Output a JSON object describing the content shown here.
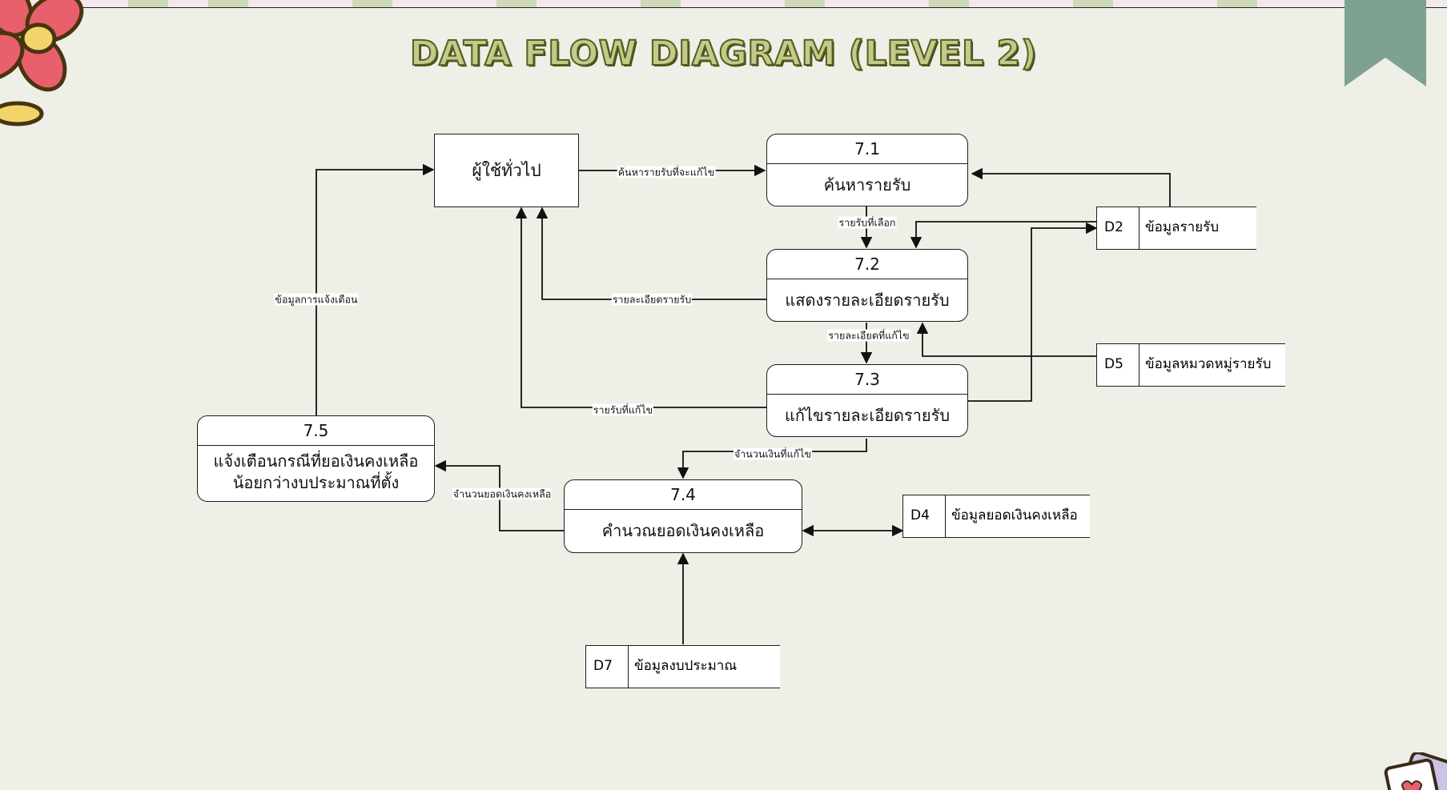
{
  "title": "DATA FLOW DIAGRAM (LEVEL 2)",
  "colors": {
    "background": "#eeefe6",
    "title_fill": "#c6c98c",
    "title_stroke": "#55601f",
    "ribbon": "#7fa192",
    "flower": "#e8606b",
    "flower_center": "#f1d56a"
  },
  "entity": {
    "name": "ผู้ใช้ทั่วไป"
  },
  "processes": {
    "p71": {
      "num": "7.1",
      "label": "ค้นหารายรับ"
    },
    "p72": {
      "num": "7.2",
      "label": "แสดงรายละเอียดรายรับ"
    },
    "p73": {
      "num": "7.3",
      "label": "แก้ไขรายละเอียดรายรับ"
    },
    "p74": {
      "num": "7.4",
      "label": "คำนวณยอดเงินคงเหลือ"
    },
    "p75": {
      "num": "7.5",
      "label_line1": "แจ้งเตือนกรณีที่ยอเงินคงเหลือ",
      "label_line2": "น้อยกว่างบประมาณที่ตั้ง"
    }
  },
  "stores": {
    "d2": {
      "id": "D2",
      "name": "ข้อมูลรายรับ"
    },
    "d5": {
      "id": "D5",
      "name": "ข้อมูลหมวดหมู่รายรับ"
    },
    "d4": {
      "id": "D4",
      "name": "ข้อมูลยอดเงินคงเหลือ"
    },
    "d7": {
      "id": "D7",
      "name": "ข้อมูลงบประมาณ"
    }
  },
  "flows": {
    "search": "ค้นหารายรับที่จะแก้ไข",
    "selected": "รายรับที่เลือก",
    "details": "รายละเอียดรายรับ",
    "edited_details": "รายละเอียดที่แก้ไข",
    "edited_income": "รายรับที่แก้ไข",
    "edited_amount": "จำนวนเงินที่แก้ไข",
    "balance_amount": "จำนวนยอดเงินคงเหลือ",
    "alert_info": "ข้อมูลการแจ้งเตือน"
  },
  "decorations": [
    "flower-icon",
    "bookmark-ribbon-icon",
    "heart-card-icon"
  ]
}
